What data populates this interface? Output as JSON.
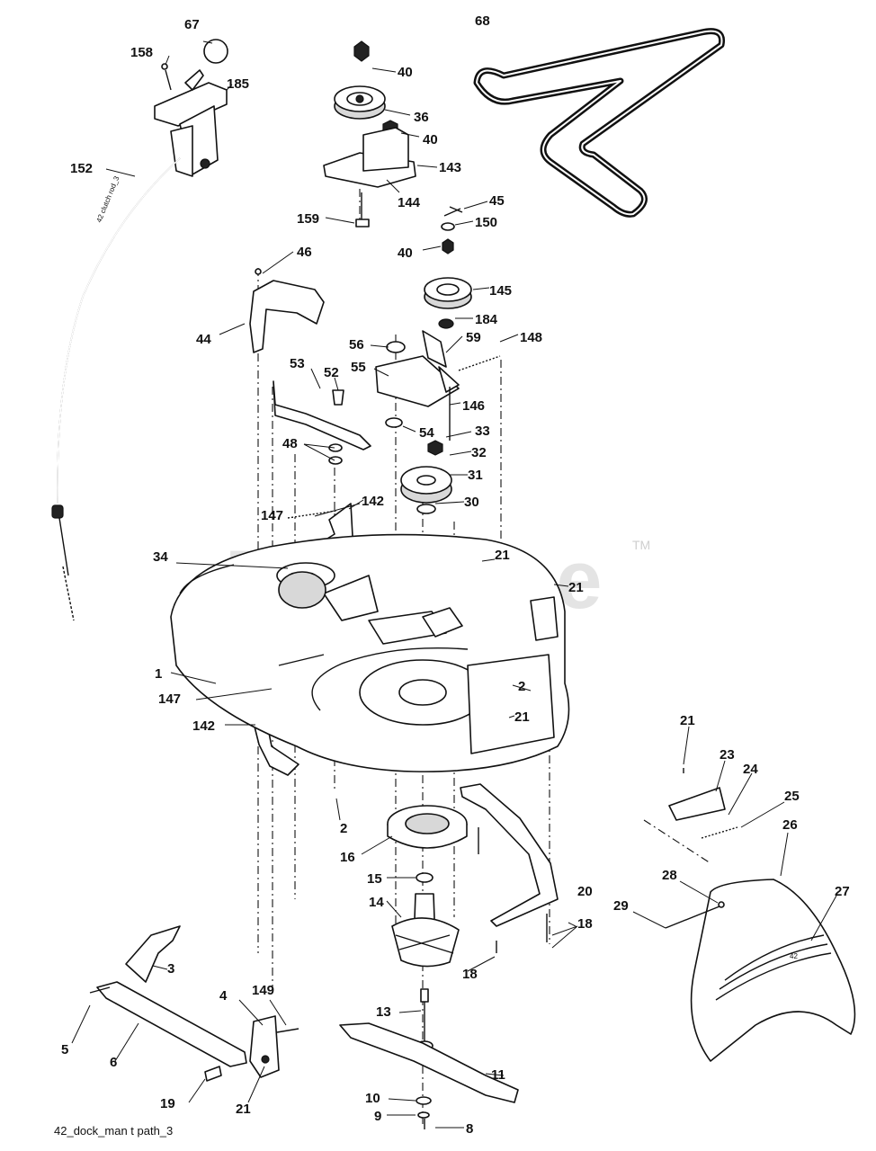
{
  "watermark": {
    "brand": "PartsTree",
    "trademark": "TM"
  },
  "caption": "42_dock_man t path_3",
  "cable_print": "42 clutch rod_3",
  "callouts": [
    "1",
    "2",
    "3",
    "4",
    "5",
    "6",
    "8",
    "9",
    "10",
    "11",
    "13",
    "14",
    "15",
    "16",
    "18",
    "19",
    "20",
    "21",
    "23",
    "24",
    "25",
    "26",
    "27",
    "28",
    "29",
    "30",
    "31",
    "32",
    "33",
    "34",
    "36",
    "40",
    "44",
    "45",
    "46",
    "48",
    "52",
    "53",
    "54",
    "55",
    "56",
    "59",
    "67",
    "68",
    "142",
    "143",
    "144",
    "145",
    "146",
    "147",
    "148",
    "149",
    "150",
    "152",
    "158",
    "159",
    "184",
    "185"
  ],
  "deflector_print": "42"
}
